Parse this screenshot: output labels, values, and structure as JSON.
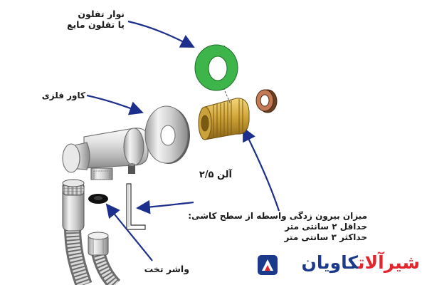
{
  "labels": {
    "teflon": {
      "line1": "نوار تفلون",
      "line2": "یا تفلون مایع"
    },
    "metal_cover": "کاور فلزی",
    "allen_key": "آلن ۲/۵",
    "depth_note": {
      "line1": "میزان بیرون زدگی واسطه از سطح کاشی:",
      "line2": "حداقل ۲ سانتی متر",
      "line3": "حداکثر ۳ سانتی متر"
    },
    "flat_washer": "واشر تخت"
  },
  "brand": {
    "part1": "شیرآلات",
    "part2": "کاویان"
  },
  "colors": {
    "arrow": "#1d2f8c",
    "teflon_ring": "#3db54a",
    "brass": "#c8a030",
    "brand_red": "#e3262d",
    "brand_blue": "#1d3a8a"
  }
}
